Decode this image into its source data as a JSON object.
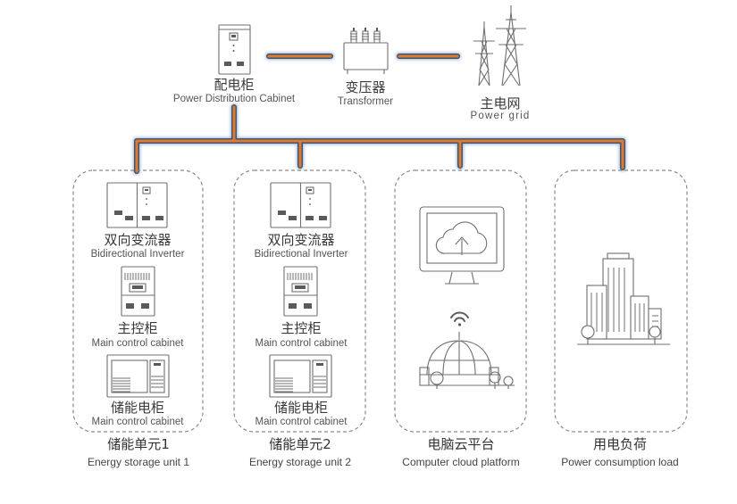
{
  "top": {
    "cabinet": {
      "cn": "配电柜",
      "en": "Power Distribution Cabinet"
    },
    "transformer": {
      "cn": "变压器",
      "en": "Transformer"
    },
    "grid": {
      "cn": "主电网",
      "en": "Power grid"
    }
  },
  "units": [
    {
      "title_cn": "储能单元1",
      "title_en": "Energy storage unit 1",
      "items": [
        {
          "cn": "双向变流器",
          "en": "Bidirectional Inverter"
        },
        {
          "cn": "主控柜",
          "en": "Main control cabinet"
        },
        {
          "cn": "储能电柜",
          "en": "Main control cabinet"
        }
      ]
    },
    {
      "title_cn": "储能单元2",
      "title_en": "Energy storage unit 2",
      "items": [
        {
          "cn": "双向变流器",
          "en": "Bidirectional Inverter"
        },
        {
          "cn": "主控柜",
          "en": "Main control cabinet"
        },
        {
          "cn": "储能电柜",
          "en": "Main control cabinet"
        }
      ]
    },
    {
      "title_cn": "电脑云平台",
      "title_en": "Computer cloud platform"
    },
    {
      "title_cn": "用电负荷",
      "title_en": "Power consumption load"
    }
  ],
  "colors": {
    "cable": "#e07a2e",
    "cable_shadow": "#7a9ec4",
    "line_gray": "#7d7d7d"
  }
}
